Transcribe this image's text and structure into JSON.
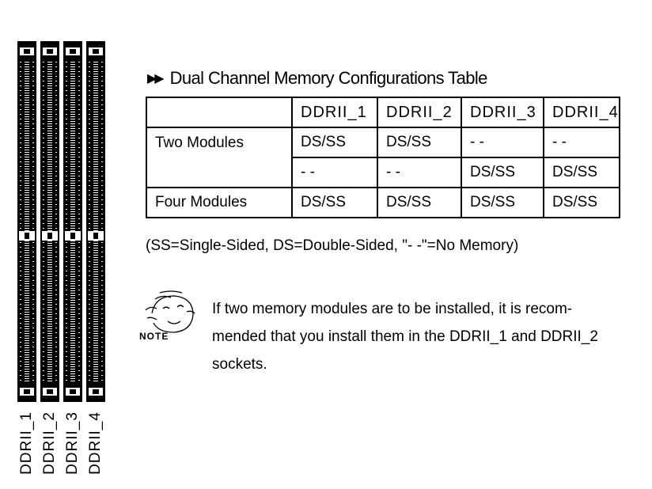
{
  "slots": [
    {
      "label": "DDRII_1"
    },
    {
      "label": "DDRII_2"
    },
    {
      "label": "DDRII_3"
    },
    {
      "label": "DDRII_4"
    }
  ],
  "title": "Dual Channel Memory Configurations Table",
  "table": {
    "headers": [
      "",
      "DDRII_1",
      "DDRII_2",
      "DDRII_3",
      "DDRII_4"
    ],
    "rows": [
      {
        "label": "Two  Modules",
        "cells": [
          "DS/SS",
          "DS/SS",
          "- -",
          "- -"
        ]
      },
      {
        "label": "",
        "cells": [
          "- -",
          "- -",
          "DS/SS",
          "DS/SS"
        ]
      },
      {
        "label": "Four Modules",
        "cells": [
          "DS/SS",
          "DS/SS",
          "DS/SS",
          "DS/SS"
        ]
      }
    ]
  },
  "legend": "(SS=Single-Sided, DS=Double-Sided, \"- -\"=No Memory)",
  "note": {
    "label": "NOTE",
    "lines": [
      "If two memory modules are to be installed, it is recom-",
      "mended that you install them in the DDRII_1 and DDRII_2",
      "sockets."
    ]
  }
}
